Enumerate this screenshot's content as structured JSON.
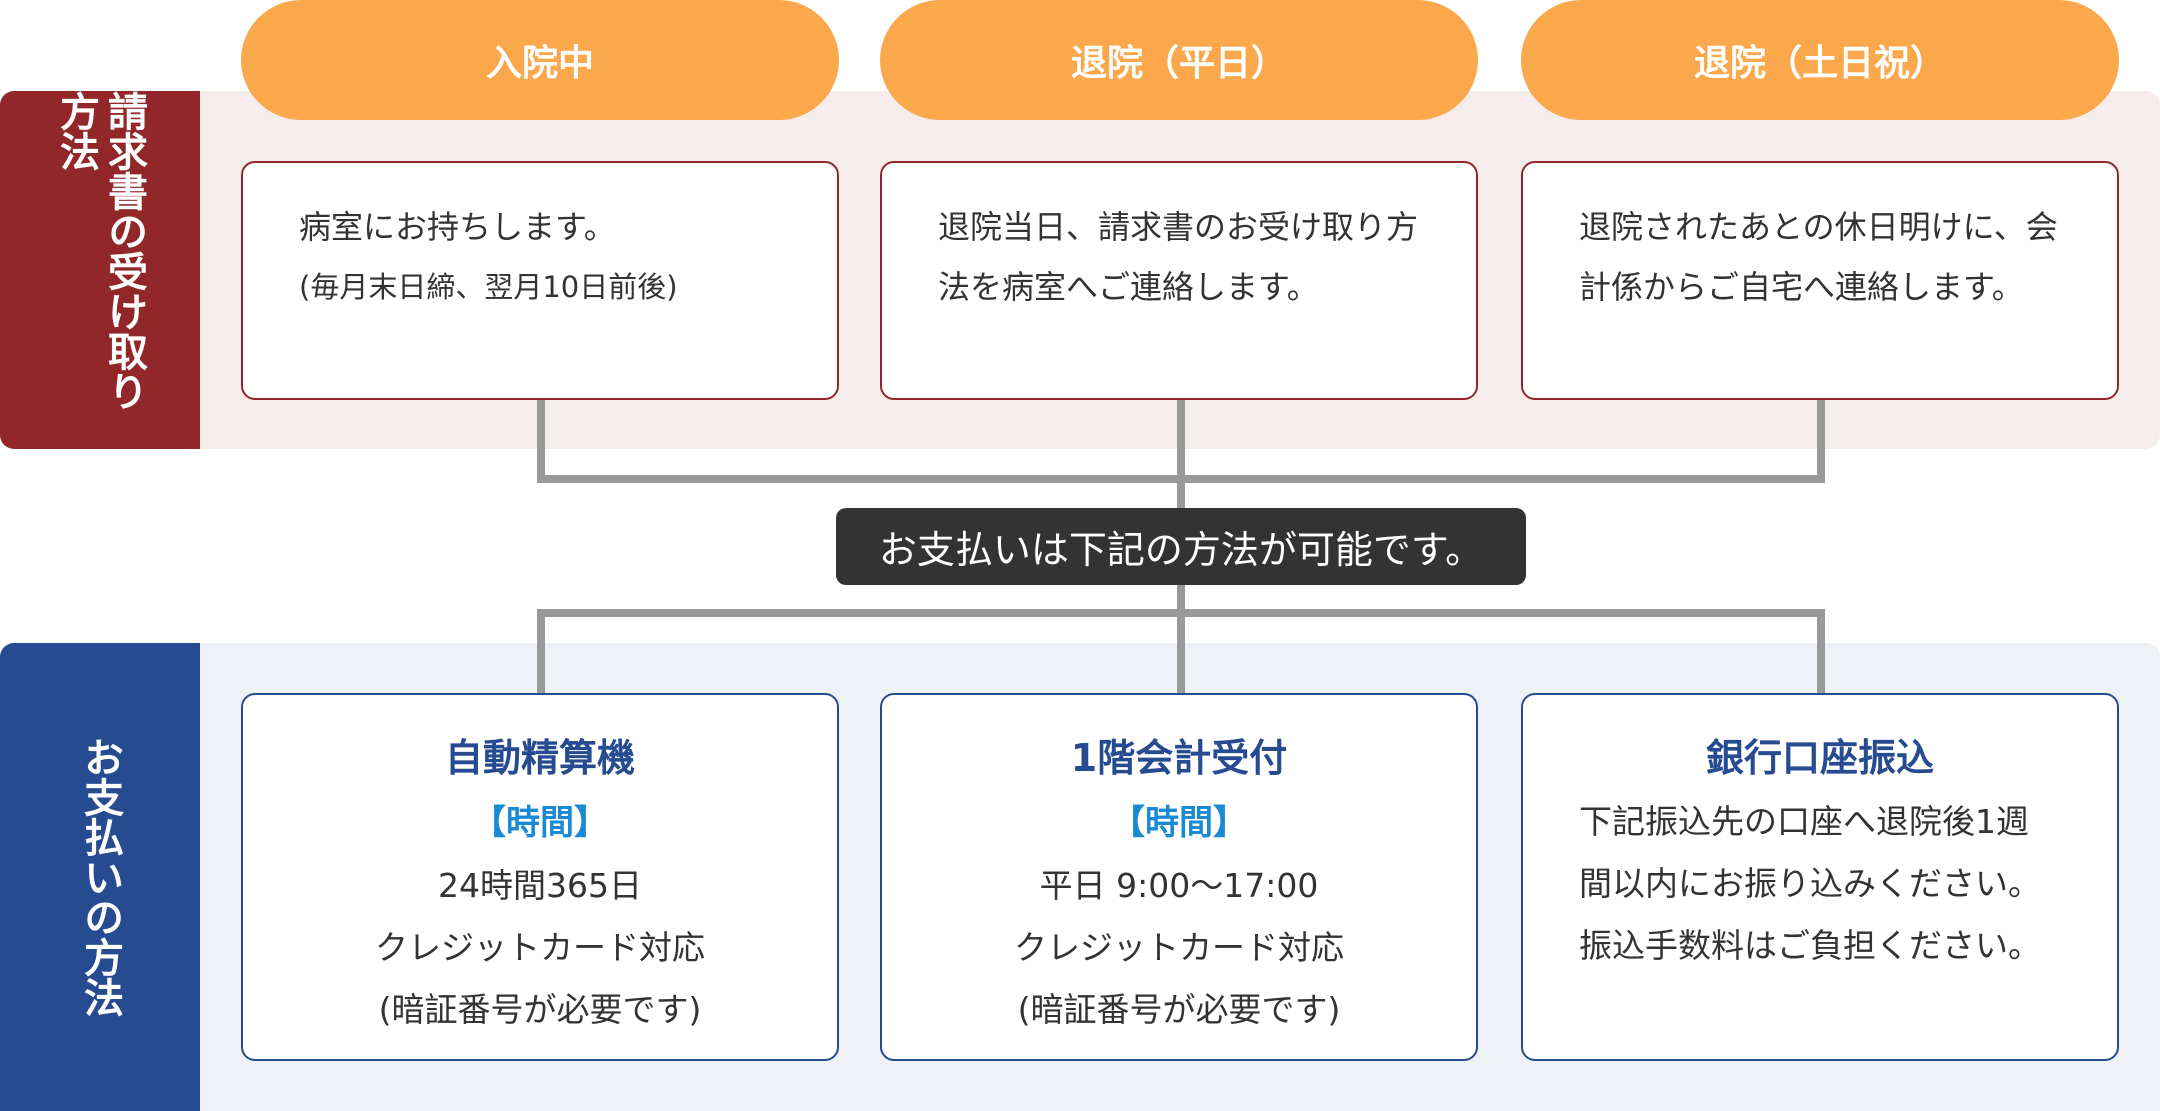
{
  "sections": {
    "billing": {
      "label": "請求書の受け取り方法",
      "color": "#922729"
    },
    "payment": {
      "label": "お支払いの方法",
      "color": "#274b91"
    }
  },
  "columns": [
    {
      "header": "入院中",
      "billing_text": "病室にお持ちします。",
      "billing_note": "(毎月末日締、翌月10日前後)"
    },
    {
      "header": "退院（平日）",
      "billing_text": "退院当日、請求書のお受け取り方法を病室へご連絡します。"
    },
    {
      "header": "退院（土日祝）",
      "billing_text": "退院されたあとの休日明けに、会計係からご自宅へ連絡します。"
    }
  ],
  "connector_label": "お支払いは下記の方法が可能です。",
  "payments": [
    {
      "title": "自動精算機",
      "hours_label": "【時間】",
      "hours": "24時間365日",
      "card": "クレジットカード対応",
      "note": "(暗証番号が必要です)"
    },
    {
      "title": "1階会計受付",
      "hours_label": "【時間】",
      "hours": "平日 9:00～17:00",
      "card": "クレジットカード対応",
      "note": "(暗証番号が必要です)"
    },
    {
      "title": "銀行口座振込",
      "text": "下記振込先の口座へ退院後1週間以内にお振り込みください。振込手数料はご負担ください。"
    }
  ],
  "colors": {
    "header": "#fba84d",
    "connector": "#999999",
    "label_bg": "#333333",
    "hours": "#1a8ad4"
  }
}
